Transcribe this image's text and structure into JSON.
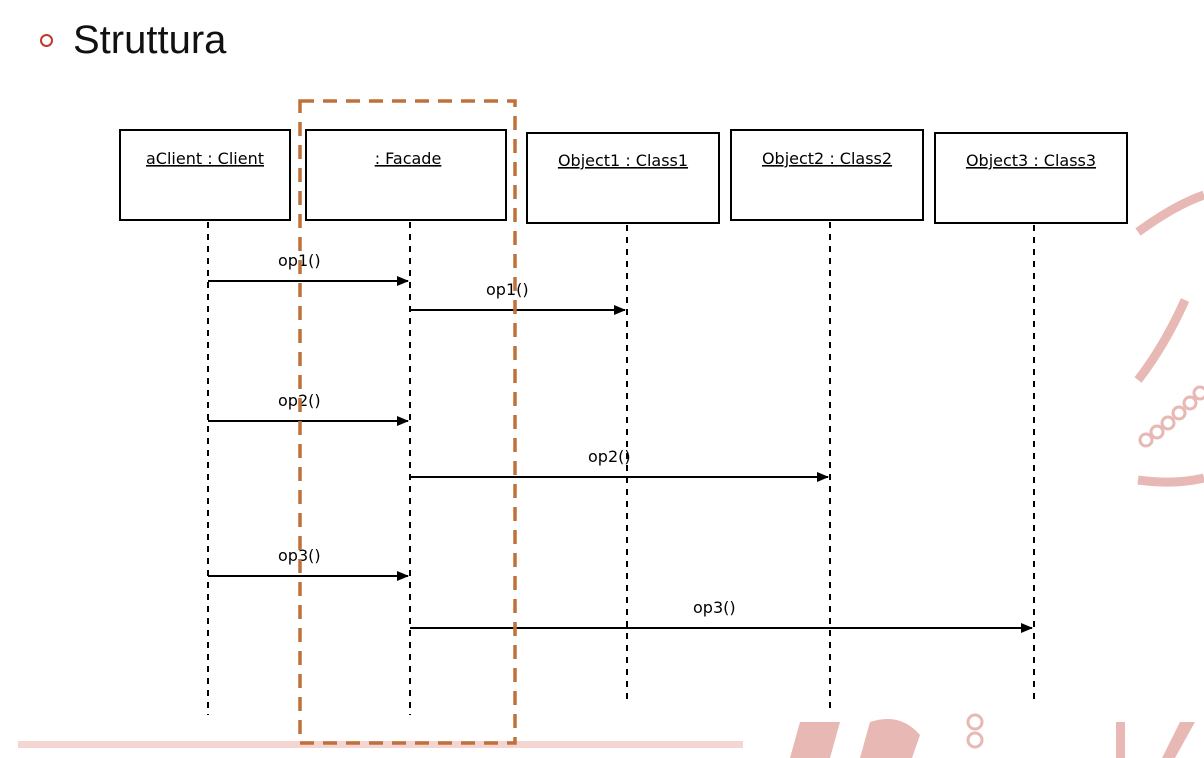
{
  "slide": {
    "heading": "Struttura",
    "accent_color": "#c0392b",
    "watermark_color": "#e7b8b4"
  },
  "diagram": {
    "type": "uml-sequence",
    "highlight_color": "#c0703a",
    "participants": [
      {
        "id": "client",
        "label": "aClient : Client"
      },
      {
        "id": "facade",
        "label": ": Facade"
      },
      {
        "id": "obj1",
        "label": "Object1 : Class1"
      },
      {
        "id": "obj2",
        "label": "Object2 : Class2"
      },
      {
        "id": "obj3",
        "label": "Object3 : Class3"
      }
    ],
    "messages": [
      {
        "from": "client",
        "to": "facade",
        "label": "op1()"
      },
      {
        "from": "facade",
        "to": "obj1",
        "label": "op1()"
      },
      {
        "from": "client",
        "to": "facade",
        "label": "op2()"
      },
      {
        "from": "facade",
        "to": "obj2",
        "label": "op2()"
      },
      {
        "from": "client",
        "to": "facade",
        "label": "op3()"
      },
      {
        "from": "facade",
        "to": "obj3",
        "label": "op3()"
      }
    ]
  }
}
